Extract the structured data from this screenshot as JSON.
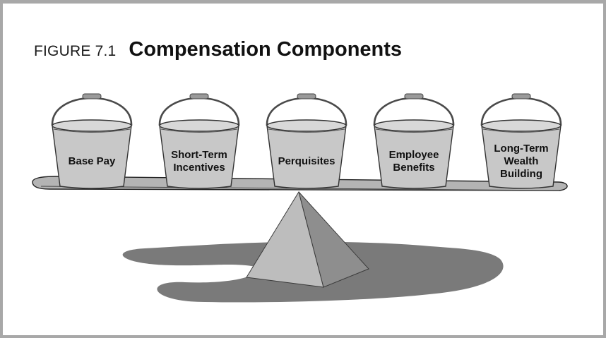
{
  "figure": {
    "label": "FIGURE 7.1",
    "title": "Compensation Components"
  },
  "buckets": [
    {
      "lines": [
        "Base Pay"
      ]
    },
    {
      "lines": [
        "Short-Term",
        "Incentives"
      ]
    },
    {
      "lines": [
        "Perquisites"
      ]
    },
    {
      "lines": [
        "Employee",
        "Benefits"
      ]
    },
    {
      "lines": [
        "Long-Term",
        "Wealth",
        "Building"
      ]
    }
  ],
  "colors": {
    "frame": "#a8a8a8",
    "bucket_fill": "#c8c8c8",
    "plank": "#b4b4b4",
    "pyramid_light": "#bdbdbd",
    "pyramid_dark": "#8e8e8e",
    "shadow": "#7a7a7a"
  }
}
